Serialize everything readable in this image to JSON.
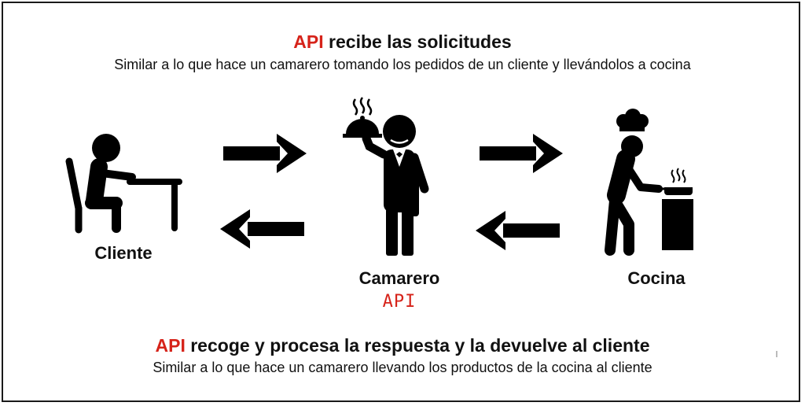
{
  "colors": {
    "accent": "#d6231a",
    "ink": "#111111"
  },
  "header": {
    "title_highlight": "API",
    "title_rest": " recibe las solicitudes",
    "subtitle": "Similar a lo que hace un camarero tomando los pedidos de un cliente y llevándolos a cocina"
  },
  "actors": {
    "cliente": {
      "label": "Cliente",
      "icon": "seated-person-icon"
    },
    "camarero": {
      "label": "Camarero",
      "sublabel": "API",
      "icon": "waiter-icon"
    },
    "cocina": {
      "label": "Cocina",
      "icon": "chef-cooking-icon"
    }
  },
  "arrows": [
    {
      "name": "arrow-cliente-to-camarero",
      "direction": "right"
    },
    {
      "name": "arrow-camarero-to-cliente",
      "direction": "left"
    },
    {
      "name": "arrow-camarero-to-cocina",
      "direction": "right"
    },
    {
      "name": "arrow-cocina-to-camarero",
      "direction": "left"
    }
  ],
  "footer": {
    "title_highlight": "API",
    "title_rest": " recoge y procesa la respuesta y la devuelve al cliente",
    "subtitle": "Similar a lo que hace un camarero llevando los productos de la cocina al cliente"
  }
}
